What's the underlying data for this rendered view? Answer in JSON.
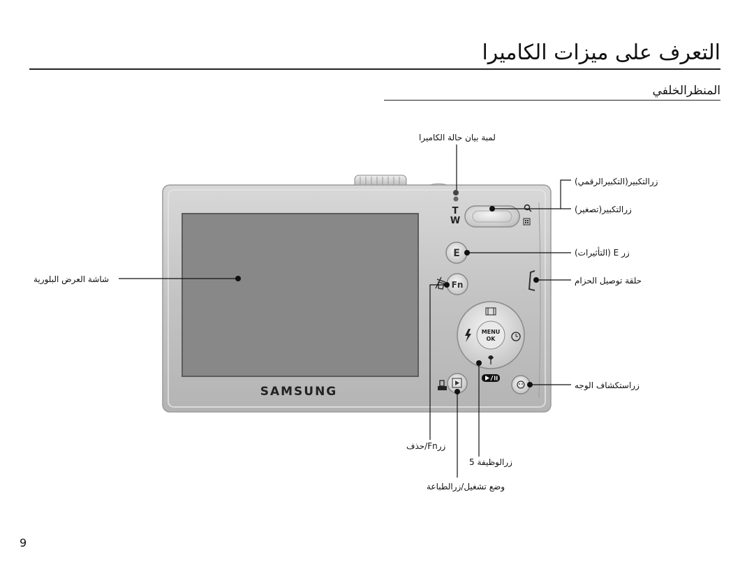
{
  "page": {
    "title": "التعرف على ميزات الكاميرا",
    "subtitle": "المنظرالخلفي",
    "page_number": "9"
  },
  "camera": {
    "brand": "SAMSUNG",
    "zoom_t": "T",
    "zoom_w": "W",
    "e_button_glyph": "E",
    "fn_button_glyph": "Fn",
    "menu_line1": "MENU",
    "menu_line2": "OK"
  },
  "labels": {
    "status_lamp": "لمبة بيان حالة الكاميرا",
    "zoom_tele": "زرالتكبير(التكبيرالرقمي)",
    "zoom_wide": "زرالتكبير(تصغير)",
    "e_button": "زر E (التأثيرات)",
    "strap_eyelet": "حلقة توصيل الحزام",
    "lcd": "شاشة العرض البلورية",
    "face_detect": "زراستكشاف الوجه",
    "fn_delete": "زرFn/حذف",
    "five_function": "زرالوظيفة 5",
    "play_print": "وضع تشغيل/زرالطباعة"
  }
}
